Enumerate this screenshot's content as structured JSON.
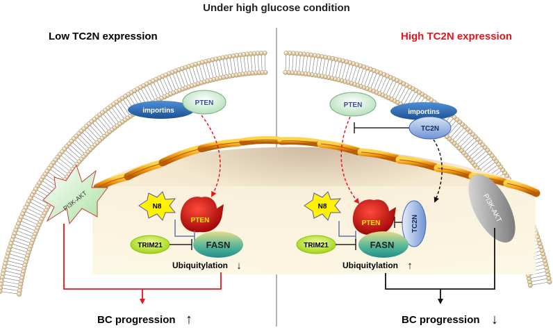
{
  "title": "Under high glucose condition",
  "left_panel": {
    "heading": "Low TC2N expression",
    "importins": "importins",
    "pten_cytoplasm": "PTEN",
    "pi3k_akt": "PI3K-AKT",
    "n8": "N8",
    "pten_nucleus": "PTEN",
    "trim21": "TRIM21",
    "fasn": "FASN",
    "ubiquitylation": "Ubiquitylation",
    "ubiquitylation_arrow": "↓",
    "outcome": "BC progression",
    "outcome_arrow": "↑"
  },
  "right_panel": {
    "heading": "High TC2N expression",
    "pten_cytoplasm": "PTEN",
    "importins": "importins",
    "tc2n_cytoplasm": "TC2N",
    "pi3k_akt": "PI3K-AKT",
    "n8": "N8",
    "pten_nucleus": "PTEN",
    "tc2n_nucleus": "TC2N",
    "trim21": "TRIM21",
    "fasn": "FASN",
    "ubiquitylation": "Ubiquitylation",
    "ubiquitylation_arrow": "↑",
    "outcome": "BC progression",
    "outcome_arrow": "↓"
  },
  "colors": {
    "heading_left": "#000000",
    "heading_right": "#e8141b",
    "red_arrow": "#e8141b",
    "black_arrow": "#111111",
    "importins_blue": "#2f6fb5",
    "pten_green": "#d8f0d8",
    "tc2n_blue": "#8fb0e0",
    "trim21_green": "#c8ec2a",
    "fasn_teal": "#2aa79b",
    "nucleus_fill": "#fbf3df",
    "envelope_orange": "#e88a10",
    "n8_yellow": "#fff200",
    "pten_red": "#d01010"
  },
  "icons": {
    "membrane": "lipid-bilayer-icon",
    "nucleus": "nuclear-envelope-icon",
    "n8": "starburst-icon",
    "pten_nucleus": "pten-blob-icon"
  }
}
